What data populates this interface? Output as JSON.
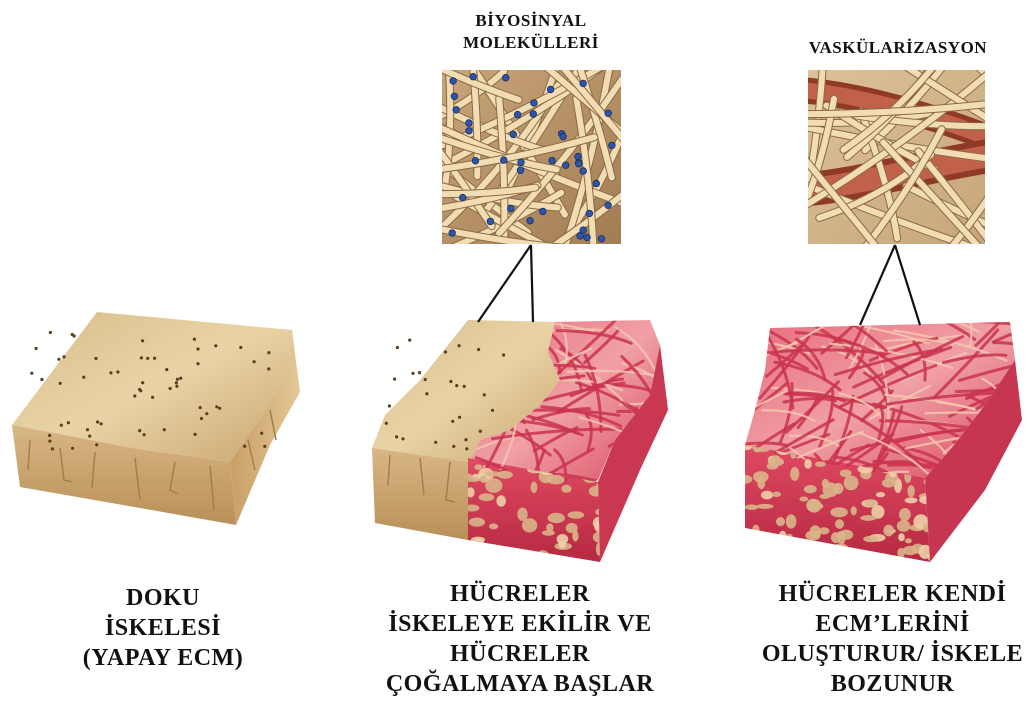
{
  "labels": {
    "biosignal_line1": "BİYOSİNYAL",
    "biosignal_line2": "MOLEKÜLLERİ",
    "vascular": "VASKÜLARİZASYON"
  },
  "captions": {
    "scaffold": [
      "DOKU",
      "İSKELESİ",
      "(YAPAY ECM)"
    ],
    "seeding": [
      "HÜCRELER",
      "İSKELEYE EKİLİR VE",
      "HÜCRELER",
      "ÇOĞALMAYA BAŞLAR"
    ],
    "ecm": [
      "HÜCRELER KENDİ",
      "ECM’LERİNİ",
      "OLUŞTURUR/ İSKELE",
      "BOZUNUR"
    ]
  },
  "colors": {
    "scaffold_top": "#d9bd8c",
    "scaffold_side": "#c9a774",
    "tissue_pink": "#e0576a",
    "tissue_dark": "#b8283d",
    "fiber": "#ecd5ad",
    "molecule_blue": "#3b5fb0",
    "vessel": "#b5553a"
  }
}
